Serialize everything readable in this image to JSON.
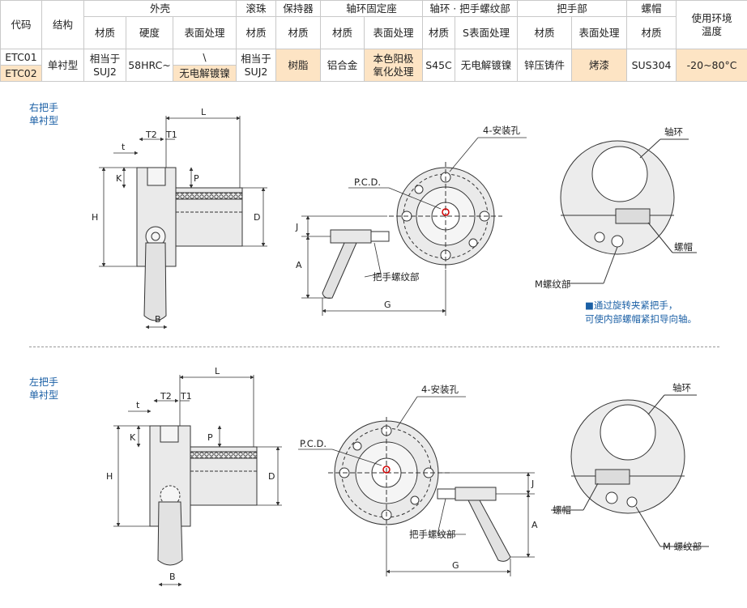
{
  "table": {
    "hdr_code": "代码",
    "hdr_struct": "结构",
    "hdr_shell": "外壳",
    "hdr_ball": "滚珠",
    "hdr_retainer": "保持器",
    "hdr_collar": "轴环固定座",
    "hdr_ring": "轴环 · 把手螺纹部",
    "hdr_handle": "把手部",
    "hdr_cap": "螺帽",
    "hdr_temp": "使用环境温度",
    "sub_material": "材质",
    "sub_hardness": "硬度",
    "sub_surface": "表面处理",
    "sub_s_surface": "S表面处理",
    "code1": "ETC01",
    "code2": "ETC02",
    "struct": "单衬型",
    "shell_mat": "相当于SUJ2",
    "shell_hard": "58HRC~",
    "shell_surf1": "\\",
    "shell_surf2": "无电解镀镍",
    "ball_mat": "相当于SUJ2",
    "ret_mat": "树脂",
    "collar_mat": "铝合金",
    "collar_surf": "本色阳极氧化处理",
    "ring_mat": "S45C",
    "ring_surf": "无电解镀镍",
    "handle_mat": "锌压铸件",
    "handle_surf": "烤漆",
    "cap_mat": "SUS304",
    "temp": "-20~80°C"
  },
  "sections": [
    {
      "caption_1": "右把手",
      "caption_2": "单衬型"
    },
    {
      "caption_1": "左把手",
      "caption_2": "单衬型"
    }
  ],
  "labels": {
    "L": "L",
    "T2": "T2",
    "T1": "T1",
    "t": "t",
    "K": "K",
    "P": "P",
    "H": "H",
    "D": "D",
    "B": "B",
    "J": "J",
    "A": "A",
    "G": "G",
    "pcd": "P.C.D.",
    "mount_holes": "4-安装孔",
    "handle_thread": "把手螺纹部",
    "collar": "轴环",
    "nut": "螺帽",
    "m_thread": "M螺纹部",
    "m_thread2": "M 螺纹部"
  },
  "note": {
    "line1": "■通过旋转夹紧把手，",
    "line2": "可使内部螺帽紧扣导向轴。"
  }
}
